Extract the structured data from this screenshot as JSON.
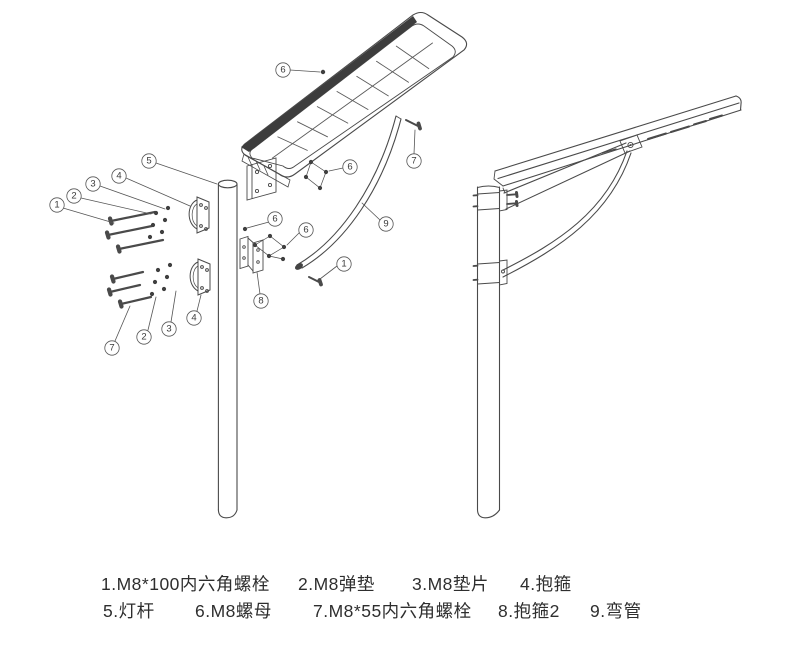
{
  "figure": {
    "title": "solar street light pole mounting exploded diagram",
    "views": [
      "exploded parts view",
      "assembled side view"
    ]
  },
  "callouts": [
    "1",
    "2",
    "3",
    "4",
    "5",
    "6",
    "7",
    "8",
    "9"
  ],
  "legend": {
    "row1": [
      {
        "label": "1.M8*100内六角螺栓"
      },
      {
        "label": "2.M8弹垫"
      },
      {
        "label": "3.M8垫片"
      },
      {
        "label": "4.抱箍"
      }
    ],
    "row2": [
      {
        "label": "5.灯杆"
      },
      {
        "label": "6.M8螺母"
      },
      {
        "label": "7.M8*55内六角螺栓"
      },
      {
        "label": "8.抱箍2"
      },
      {
        "label": "9.弯管"
      }
    ]
  },
  "colors": {
    "line": "#4a4a4a",
    "dark_edge": "#3d3d3d",
    "text": "#2e2e2e",
    "background": "#ffffff"
  }
}
